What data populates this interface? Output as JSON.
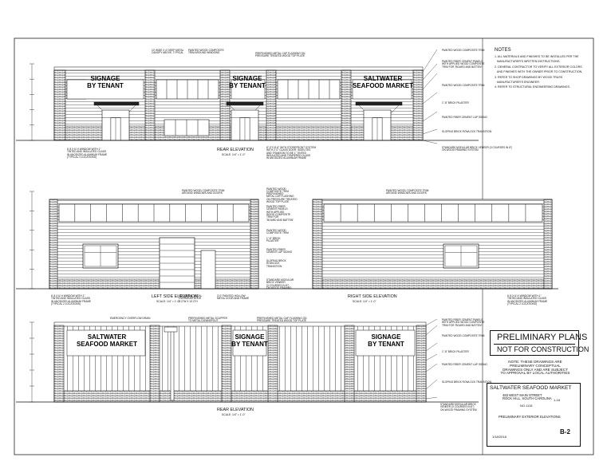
{
  "notes": {
    "heading": "NOTES",
    "items": [
      "1. ALL MATERIALS AND FINISHES TO BE INSTALLED PER THE",
      "   MANUFACTURER'S WRITTEN INSTRUCTIONS.",
      "2. GENERAL CONTRACTOR TO VERIFY ALL EXTERIOR COLORS",
      "   AND FINISHES WITH THE OWNER PRIOR TO CONSTRUCTION.",
      "3. REFER TO SHOP DRAWINGS BY WOOD TRUSS",
      "   MANUFACTURER'S ENGINEER.",
      "4. REFER TO STRUCTURAL ENGINEERING DRAWINGS."
    ]
  },
  "signs": {
    "tenant": "SIGNAGE\nBY TENANT",
    "market": "SALTWATER\nSEAFOOD MARKET"
  },
  "elevations": {
    "rear_top": {
      "title": "REAR ELEVATION",
      "scale": "SCALE: 1/4\" = 1'-0\""
    },
    "left": {
      "title": "LEFT SIDE ELEVATION",
      "scale": "SCALE: 1/4\" = 1'-0\""
    },
    "right": {
      "title": "RIGHT SIDE ELEVATION",
      "scale": "SCALE: 1/4\" = 1'-0\""
    },
    "rear_bottom": {
      "title": "REAR ELEVATION",
      "scale": "SCALE: 1/4\" = 1'-0\""
    }
  },
  "callouts": {
    "top": [
      "10' WIDE X 4' DEEP METAL\nCANOPY ABOVE, TYPICAL",
      "PAINTED WOOD COMPOSITE\nTRIM AROUND WINDOWS",
      "PREFINISHED METAL CAP FLASHING ON\nPRESSURE TREATED WOOD TOP PLATE",
      "PAINTED WOOD COMPOSITE TRIM",
      "PAINTED FIBER CEMENT PANELS\nWITH APPLIED WOOD COMPOSITE\nTRIM FOR \"BOARD AND BATTEN\"",
      "PAINTED WOOD COMPOSITE TRIM",
      "1\"-8\" BRICK PILASTER",
      "PAINTED FIBER CEMENT LAP SIDING",
      "SLOPING BRICK ROWLOCK TRANSITION",
      "6'-8 X 6'-H WINDOW WITH 1\"\nTINTED AND INSULATED GLASS\nIN ANODIZED ALUMINUM FRAME\n(TYPICAL 3 LOCATIONS)",
      "6\"-0\"X 8'-6\" WITH STOREFRONT SYSTEM\nWITH 2'-0\" GLASS DOOR, SIDELITES\nAND TRANSOM TO BE 1\" TINTED\nINSULATED AND TEMPERED GLASS\nIN ANODIZED ALUMINUM FRAME",
      "STANDARD MODULAR BRICK VENEER (3 COURSES IN 8\")\nON WOOD FRAMING SYSTEM"
    ],
    "middle": [
      "PAINTED WOOD COMPOSITE TRIM\nAROUND WINDOWS AND DOORS",
      "PAINTED WOOD\nCOMPOSITE TRIM",
      "PREFINISHED\nMETAL CAP FLASHING\nON PRESSURE TREATED\nWOOD TOP PLATE",
      "PAINTED FIBER\nCEMENT PANELS\nWITH APPLIED\nWOOD COMPOSITE\nTRIM FOR\n\"BOARD AND BATTEN\"",
      "PAINTED WOOD\nCOMPOSITE TRIM",
      "1\"-8\" BRICK\nPILASTER",
      "PAINTED FIBER\nCEMENT LAP SIDING",
      "SLOPING BRICK\nROWLOCK\nTRANSITION",
      "STANDARD MODULAR\nBRICK VENEER\n(3 COURSES IN 8\")\nON WOOD FRAMING",
      "PAINTED WOOD COMPOSITE TRIM\nAROUND WINDOWS AND DOORS",
      "6'-8 X 6'-H WINDOW WITH 1\"\nTINTED AND INSULATED GLASS\nIN ANODIZED ALUMINUM FRAME\n(TYPICAL 2 LOCATIONS)",
      "SECTIONAL METAL\nOVERHEAD DOOR\n8'-0\"W X 10'-0\"H",
      "3'-0\" PAINTED HOLLOW\nMETAL DOOR AND FRAME",
      "6'-8 X 6'-H WINDOW WITH 1\"\nTINTED AND INSULATED GLASS\nIN ANODIZED ALUMINUM FRAME\n(TYPICAL 2 LOCATIONS)"
    ],
    "bottom": [
      "EMERGENCY OVERFLOW DRAIN",
      "PREFINISHED METAL SCUPPER\nTO METAL DOWNSPOUT",
      "PREFINISHED METAL CAP FLASHING ON\nPRESSURE TREATED WOOD TOP PLATE",
      "PAINTED FIBER CEMENT PANELS\nWITH APPLIED WOOD COMPOSITE\nTRIM FOR \"BOARD AND BATTEN\"",
      "PAINTED WOOD COMPOSITE TRIM",
      "1\"-8\" BRICK PILASTER",
      "PAINTED FIBER CEMENT LAP SIDING",
      "SLOPING BRICK ROWLOCK TRANSITION",
      "STANDARD MODULAR BRICK\nVENEER (3 COURSES IN 8\")\nON WOOD FRAMING SYSTEM"
    ]
  },
  "stamp": {
    "line1": "PRELIMINARY PLANS",
    "line2": "NOT FOR CONSTRUCTION",
    "note": "NOTE: THESE DRAWINGS ARE\nPRELIMINARY CONCEPTUAL\nDRAWINGS ONLY AND ARE SUBJECT\nTO APPROVAL BY LOCAL AUTHORITIES"
  },
  "title_block": {
    "project": "SALTWATER SEAFOOD MARKET",
    "address": "483 WEST MAIN STREET\nROCK HILL, SOUTH CAROLINA",
    "job_no": "NO.1115",
    "date": "1-18",
    "description": "PRELIMINARY EXTERIOR ELEVATIONS",
    "date_full": "1/18/2018",
    "sheet": "B-2"
  },
  "colors": {
    "ink": "#111111",
    "paper": "#ffffff"
  }
}
